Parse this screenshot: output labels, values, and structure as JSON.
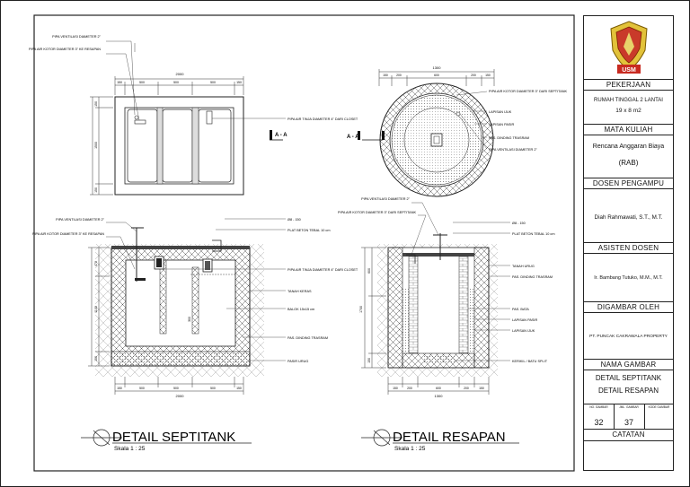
{
  "title_block": {
    "pekerjaan_header": "PEKERJAAN",
    "pekerjaan_line1": "RUMAH TINGGAL 2 LANTAI",
    "pekerjaan_line2": "19 x 8 m2",
    "mata_kuliah_header": "MATA KULIAH",
    "mata_kuliah_line1": "Rencana Anggaran Biaya",
    "mata_kuliah_line2": "(RAB)",
    "dosen_header": "DOSEN PENGAMPU",
    "dosen_name": "Diah Rahmawati, S.T., M.T.",
    "asisten_header": "ASISTEN DOSEN",
    "asisten_name": "Ir. Bambang Tutuko, M.M., M.T.",
    "digambar_header": "DIGAMBAR OLEH",
    "digambar_name": "PT. PUNCAK CAKRAWALA PROPERTY",
    "nama_gambar_header": "NAMA GAMBAR",
    "nama_gambar_line1": "DETAIL SEPTITANK",
    "nama_gambar_line2": "DETAIL RESAPAN",
    "no_gambar_label": "NO. GAMBAR",
    "jml_gambar_label": "JML. GAMBAR",
    "kode_gambar_label": "KODE GAMBAR",
    "no_gambar": "32",
    "jml_gambar": "37",
    "catatan_header": "CATATAN",
    "logo_text": "USM"
  },
  "septitank": {
    "title": "DETAIL SEPTITANK",
    "scale": "Skala 1 : 25",
    "plan_labels": {
      "vent": "PIPA VENTILASI\nDIAMETER 2\"",
      "kotor": "PIPA AIR KOTOR DIAMETER 3\"\nKE RESAPAN",
      "tinja": "PIPA AIR TINJA DIAMETER\n4\" DARI CLOSET",
      "section": "A - A"
    },
    "dims_top": [
      "150",
      "500",
      "500",
      "500",
      "150"
    ],
    "dim_total": "2000",
    "dim_left_plan": [
      "150",
      "1500",
      "150"
    ],
    "section_labels": {
      "vent": "PIPA VENTILASI\nDIAMETER 2\"",
      "kotor": "PIPA AIR KOTOR DIAMETER 3\"\nKE RESAPAN",
      "d": "Ø8 - 150",
      "plat": "PLAT BETON TEBAL 10 cm",
      "tinja": "PIPA AIR TINJA DIAMETER\n4\" DARI CLOSET",
      "tanah": "TANAH KERAS",
      "balok": "BALOK 15x15 cm",
      "dinding": "PAS. DINDING TRASRAM",
      "urug": "PASIR URUG"
    },
    "dim_left_section": [
      "470",
      "1100",
      "150"
    ],
    "dim_mid": "300"
  },
  "resapan": {
    "title": "DETAIL RESAPAN",
    "scale": "Skala 1 : 25",
    "plan_labels": {
      "kotor": "PIPA AIR KOTOR DIAMETER 3\"\nDARI SEPTITANK",
      "ijuk": "LAPISAN IJUK",
      "pasir": "LAPISAN PASIR",
      "dinding": "PAS. DINDING TRASRAM",
      "vent": "PIPA VENTILASI\nDIAMETER 2\"",
      "section": "A - A"
    },
    "dims_top": [
      "150",
      "200",
      "600",
      "200",
      "150"
    ],
    "dim_total": "1300",
    "section_labels": {
      "vent": "PIPA VENTILASI\nDIAMETER 2\"",
      "kotor": "PIPA AIR KOTOR DIAMETER 3\"\nDARI SEPTITANK",
      "d": "Ø8 - 150",
      "plat": "PLAT BETON TEBAL 10 cm",
      "tanah": "TANAH URUG",
      "dinding": "PAS. DINDING TRASRAM",
      "bata": "PAS. BATA",
      "pasir": "LAPISAN PASIR",
      "ijuk": "LAPISAN IJUK",
      "kerikil": "KERIKIL / BATU SPLIT"
    },
    "dim_left_section": [
      "600",
      "1700",
      "150"
    ]
  }
}
